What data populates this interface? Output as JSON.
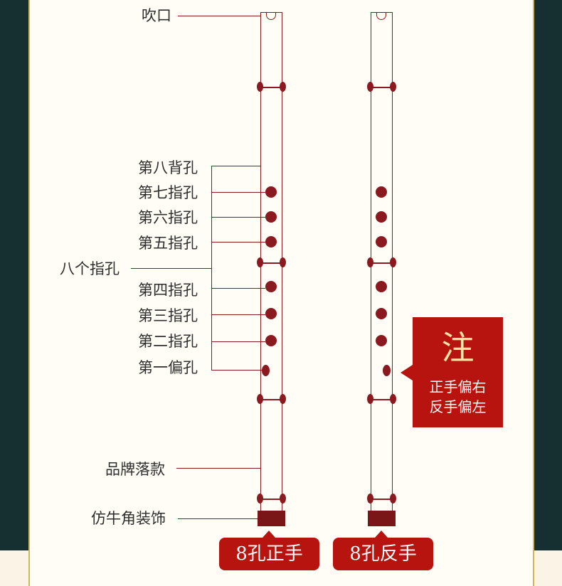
{
  "labels": {
    "mouthpiece": "吹口",
    "hole8": "第八背孔",
    "hole7": "第七指孔",
    "hole6": "第六指孔",
    "hole5": "第五指孔",
    "group": "八个指孔",
    "hole4": "第四指孔",
    "hole3": "第三指孔",
    "hole2": "第二指孔",
    "hole1": "第一偏孔",
    "brand": "品牌落款",
    "horn": "仿牛角装饰"
  },
  "flutes": [
    {
      "tag": "8孔正手"
    },
    {
      "tag": "8孔反手"
    }
  ],
  "note": {
    "title": "注",
    "line1": "正手偏右",
    "line2": "反手偏左"
  },
  "colors": {
    "flute_red": "#8a1a1f",
    "accent_red": "#b8140f",
    "panel_bg": "#fffdf5",
    "outer_bg": "#163031",
    "gold_border": "#d9b35a"
  }
}
